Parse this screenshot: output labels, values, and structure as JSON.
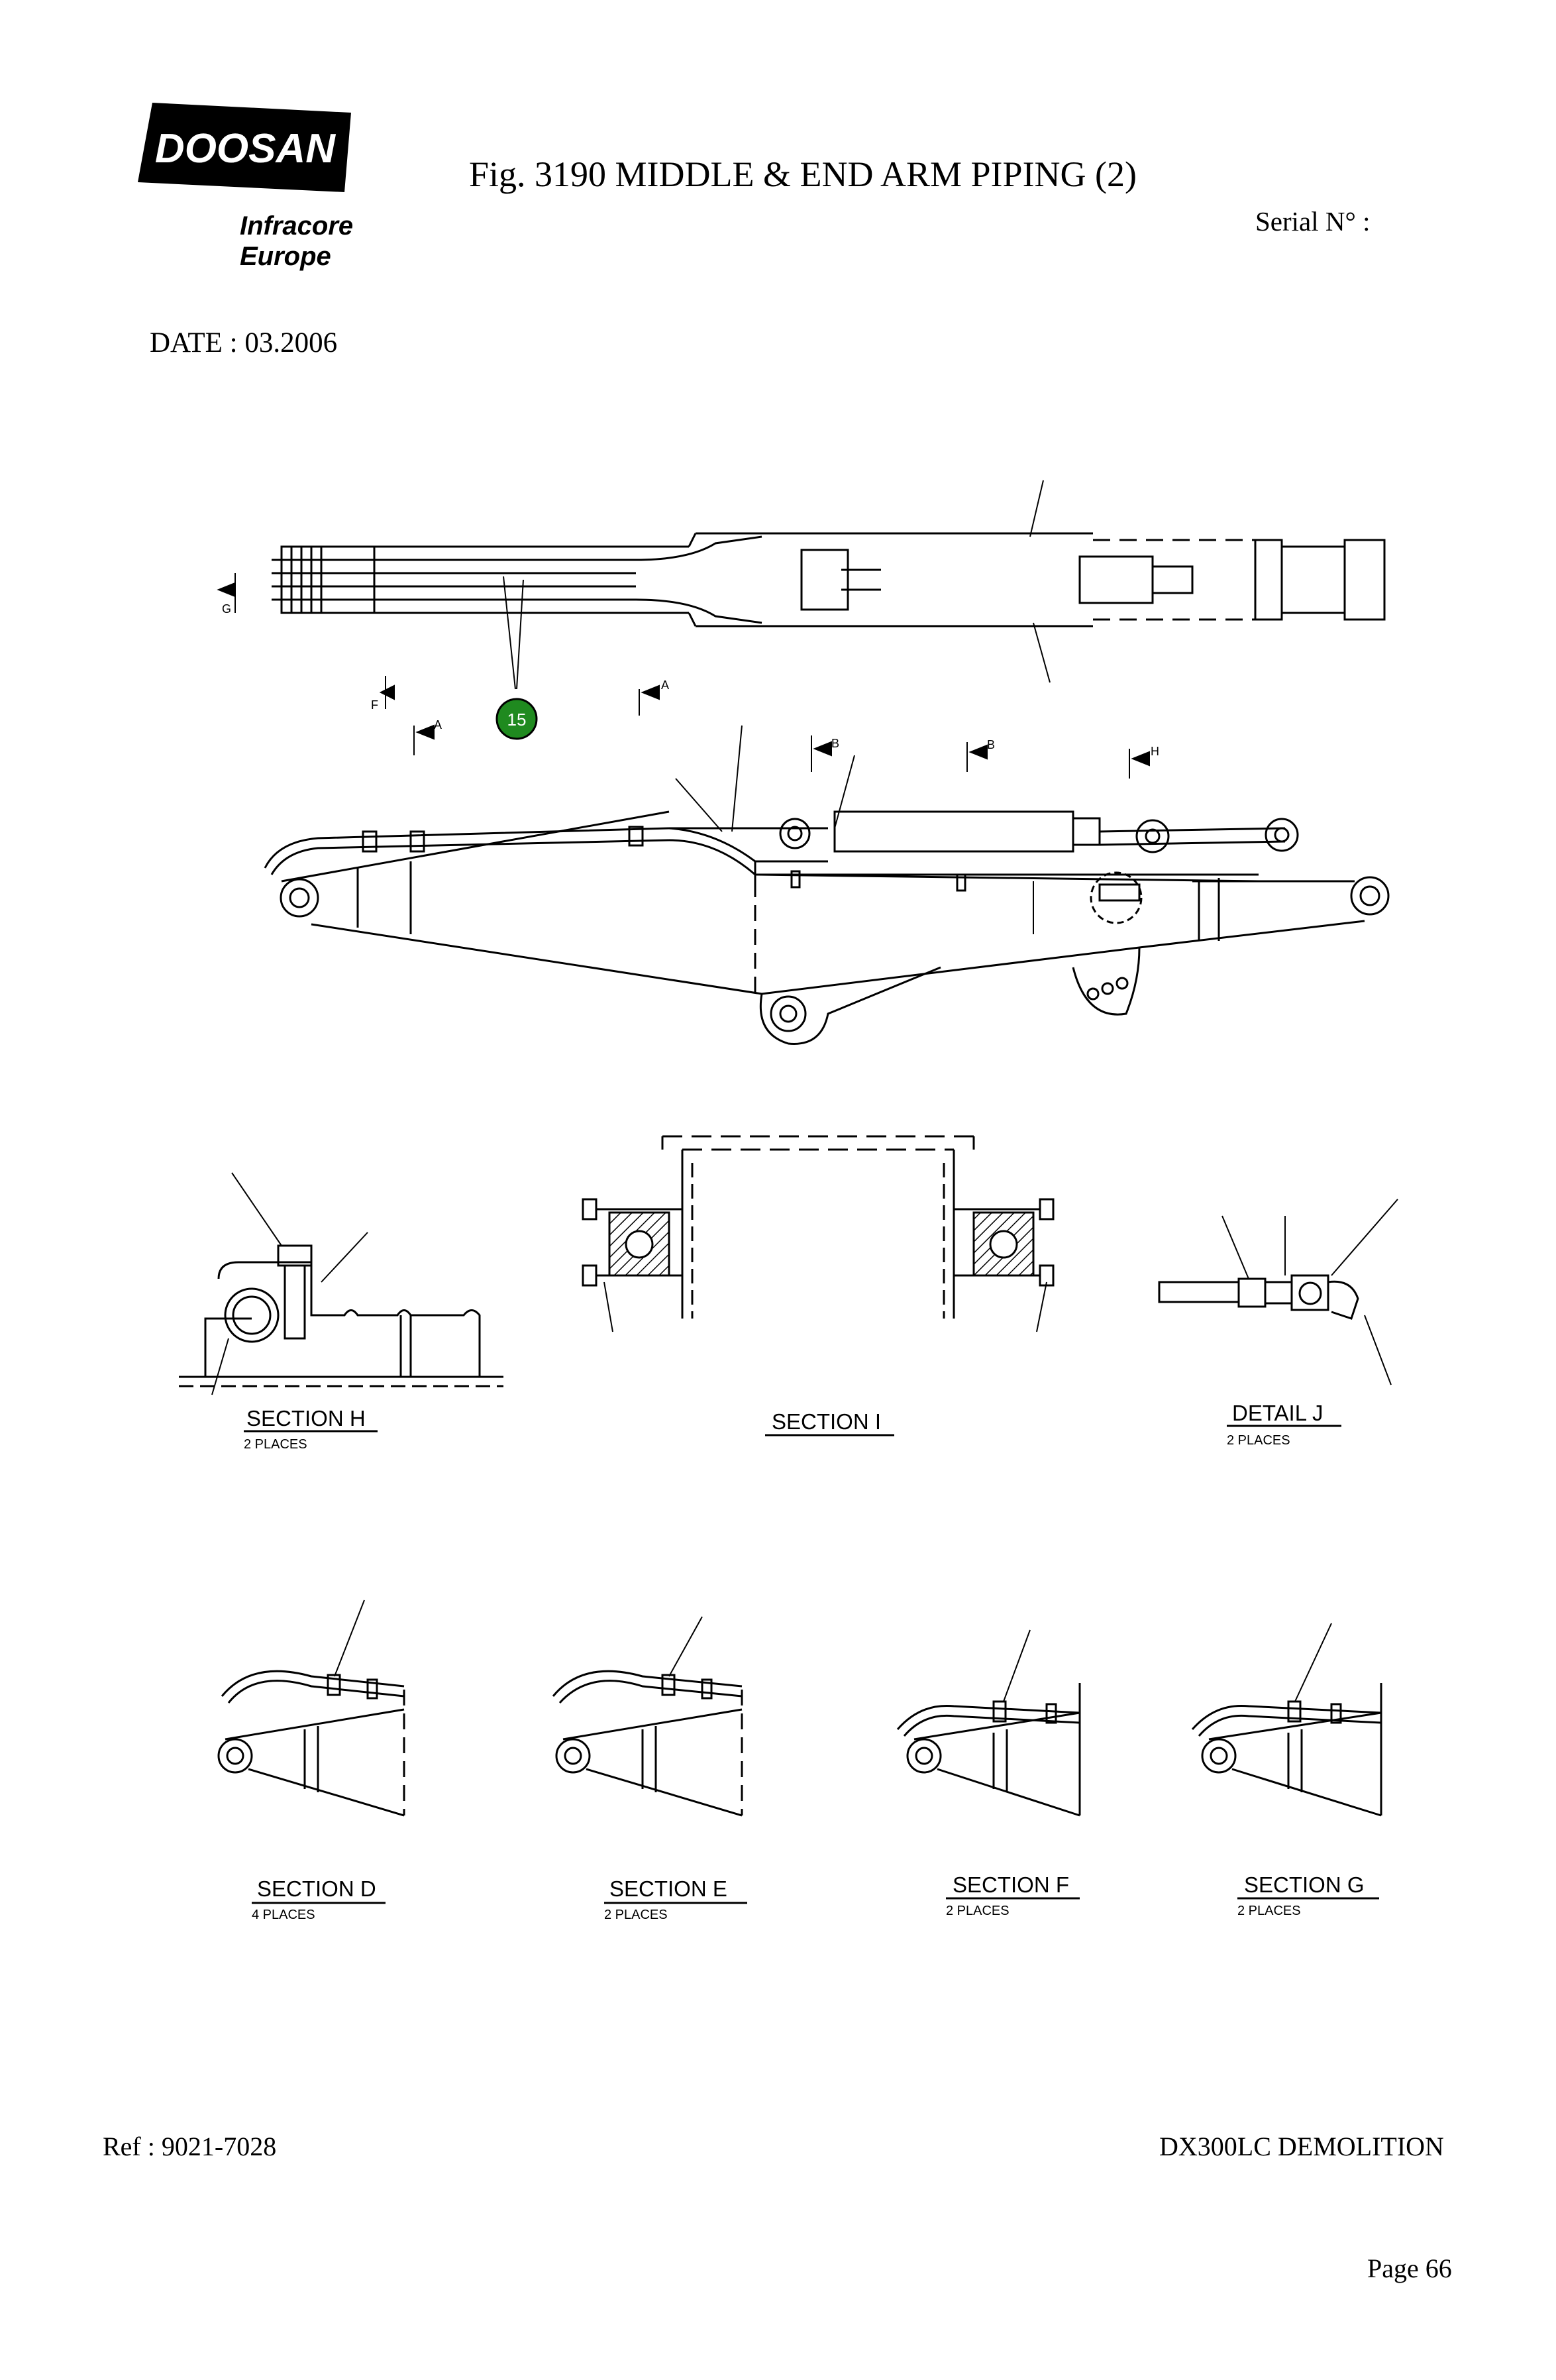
{
  "logo": {
    "brand": "DOOSAN",
    "sub_line1": "Infracore",
    "sub_line2": "Europe"
  },
  "header": {
    "title": "Fig. 3190   MIDDLE & END ARM PIPING (2)",
    "serial_label": "Serial N° :",
    "date_label": "DATE : 03.2006"
  },
  "drawing": {
    "callout_number": "15",
    "callout_color": "#1f8a1f",
    "view_letters": [
      "G",
      "F",
      "A",
      "A",
      "B",
      "B",
      "H"
    ],
    "sections": [
      {
        "label": "SECTION  H",
        "sub": "2  PLACES"
      },
      {
        "label": "SECTION  I",
        "sub": ""
      },
      {
        "label": "DETAIL  J",
        "sub": "2  PLACES"
      },
      {
        "label": "SECTION  D",
        "sub": "4  PLACES"
      },
      {
        "label": "SECTION  E",
        "sub": "2  PLACES"
      },
      {
        "label": "SECTION  F",
        "sub": "2  PLACES"
      },
      {
        "label": "SECTION  G",
        "sub": "2  PLACES"
      }
    ]
  },
  "footer": {
    "ref": "Ref : 9021-7028",
    "model": "DX300LC DEMOLITION",
    "page": "Page 66"
  }
}
